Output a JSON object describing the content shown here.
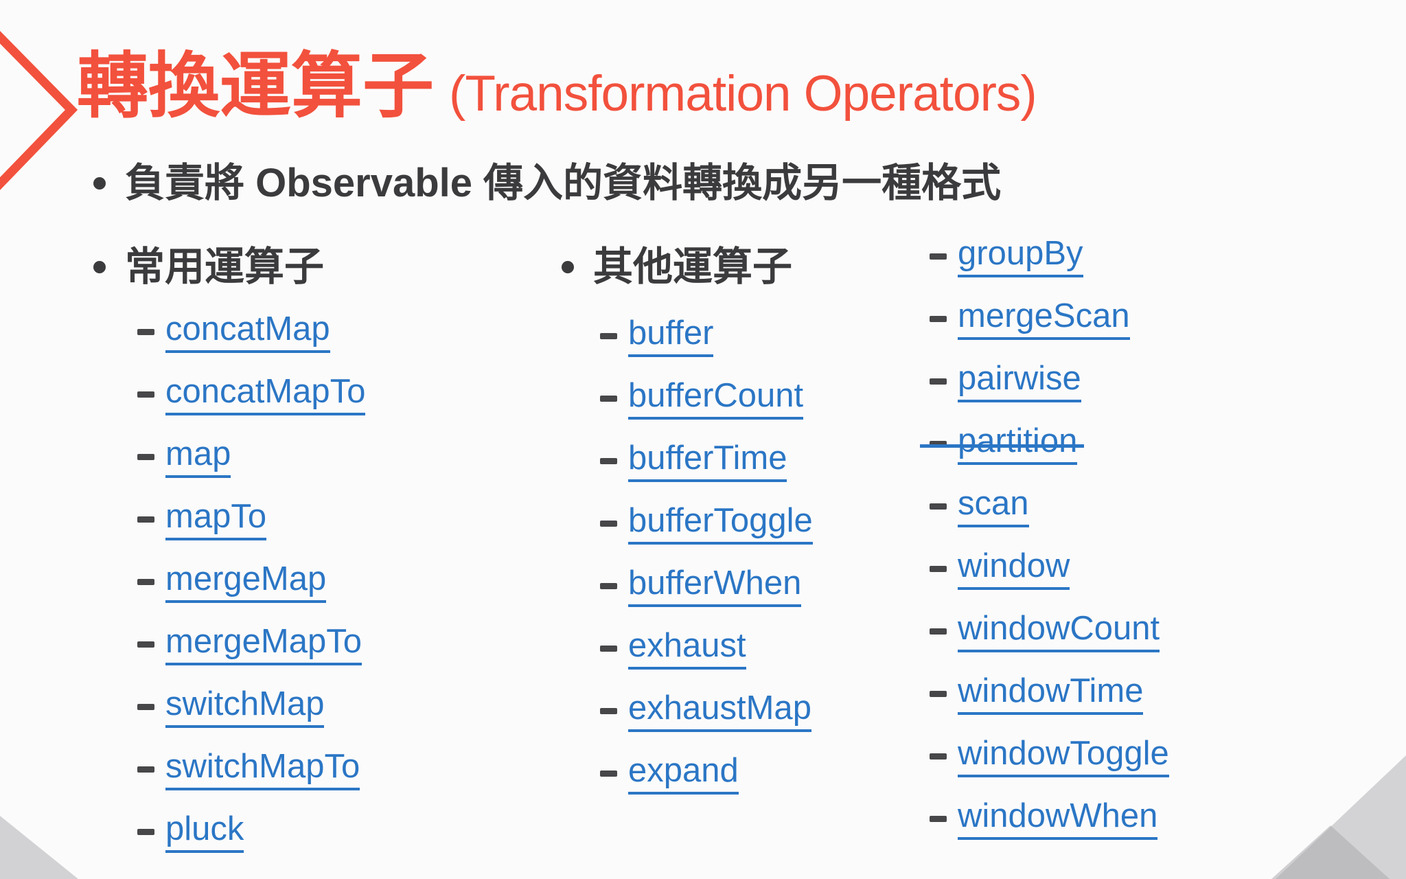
{
  "title": {
    "zh": "轉換運算子",
    "en": "(Transformation Operators)"
  },
  "intro_bullet": "負責將 Observable 傳入的資料轉換成另一種格式",
  "columns": [
    {
      "header": "常用運算子",
      "items": [
        "concatMap",
        "concatMapTo",
        "map",
        "mapTo",
        "mergeMap",
        "mergeMapTo",
        "switchMap",
        "switchMapTo",
        "pluck"
      ]
    },
    {
      "header": "其他運算子",
      "items": [
        "buffer",
        "bufferCount",
        "bufferTime",
        "bufferToggle",
        "bufferWhen",
        "exhaust",
        "exhaustMap",
        "expand"
      ]
    },
    {
      "header": "",
      "items": [
        "groupBy",
        "mergeScan",
        "pairwise",
        "partition",
        "scan",
        "window",
        "windowCount",
        "windowTime",
        "windowToggle",
        "windowWhen"
      ],
      "struck_item": "partition"
    }
  ],
  "colors": {
    "accent_red": "#F2513D",
    "link_blue": "#2B76C5",
    "text_dark": "#3B3B3D",
    "dash_gray": "#47474A",
    "triangle_gray": "#D2D1D3",
    "bg": "#FCFBFB"
  }
}
